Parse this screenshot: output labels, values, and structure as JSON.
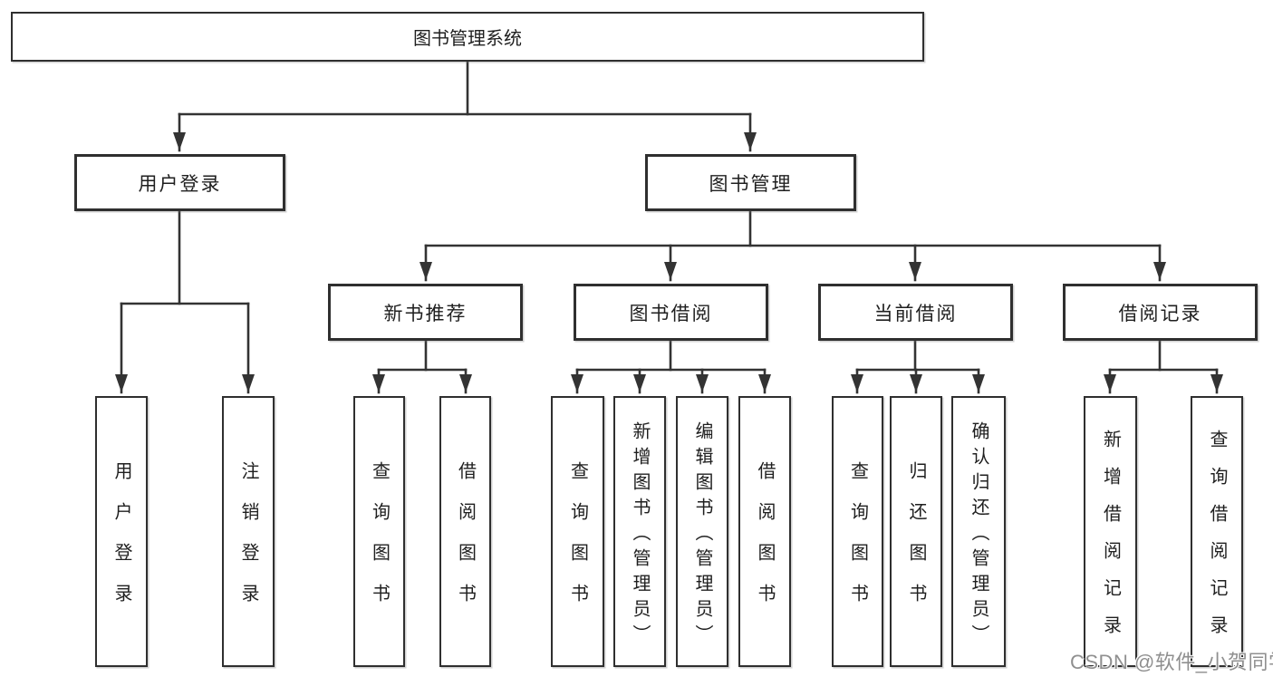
{
  "title": "图书管理系统",
  "level2": {
    "user_login": "用户登录",
    "book_management": "图书管理"
  },
  "level3": {
    "new_book_recommendation": "新书推荐",
    "book_borrowing": "图书借阅",
    "current_borrowing": "当前借阅",
    "borrowing_records": "借阅记录"
  },
  "leaves": {
    "user_login": "用户登录",
    "logout_login": "注销登录",
    "recommendation_query_books": "查询图书",
    "recommendation_borrow_books": "借阅图书",
    "borrowing_query_books": "查询图书",
    "borrowing_add_books_admin": "新增图书（管理员）",
    "borrowing_edit_books_admin": "编辑图书（管理员）",
    "borrowing_borrow_books": "借阅图书",
    "current_query_books": "查询图书",
    "current_return_books": "归还图书",
    "current_confirm_return_admin": "确认归还（管理员）",
    "records_add_borrow_record": "新增借阅记录",
    "records_query_borrow_record": "查询借阅记录"
  },
  "watermark": "CSDN @软件_小贺同学",
  "colors": {
    "line": "#333333",
    "box_border": "#2f2f2f",
    "box_background": "#ffffff",
    "text": "#1f1f1f",
    "page_background": "#ffffff",
    "watermark_text": "#8f8f8f"
  }
}
